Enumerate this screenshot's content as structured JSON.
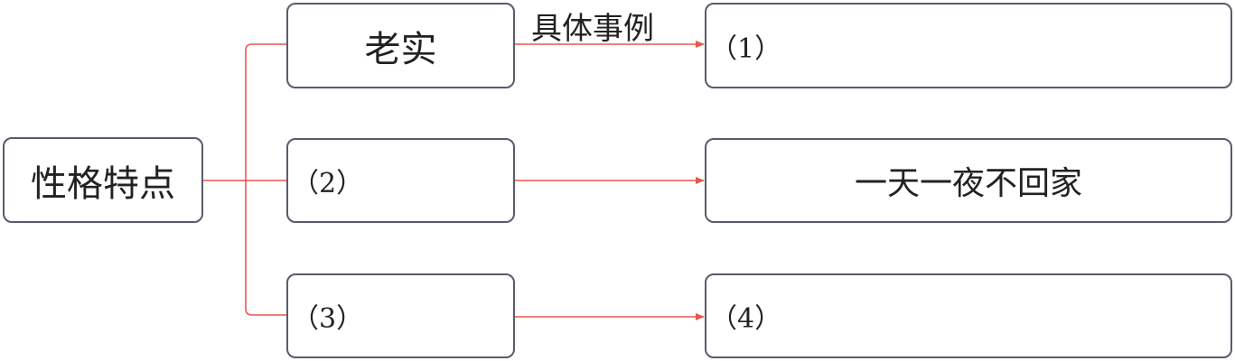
{
  "root": {
    "label": "性格特点"
  },
  "edge_label": "具体事例",
  "traits": [
    {
      "label": "老实"
    },
    {
      "label": "（2）"
    },
    {
      "label": "（3）"
    }
  ],
  "examples": [
    {
      "label": "（1）"
    },
    {
      "label": "一天一夜不回家"
    },
    {
      "label": "（4）"
    }
  ],
  "colors": {
    "connector": "#e8564e",
    "box_border": "#5a5a6e"
  }
}
